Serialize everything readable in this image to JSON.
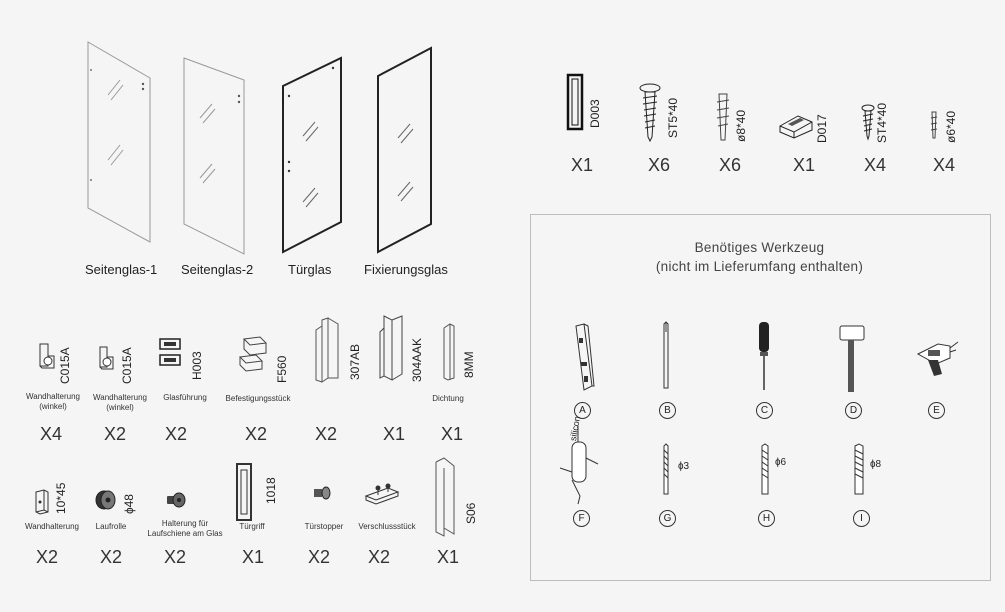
{
  "glass_panels": [
    {
      "label": "Seitenglas-1"
    },
    {
      "label": "Seitenglas-2"
    },
    {
      "label": "Türglas"
    },
    {
      "label": "Fixierungsglas"
    }
  ],
  "small_parts": [
    {
      "code": "D003",
      "count": "X1",
      "icon": "rail-end-cap-icon"
    },
    {
      "code": "ST5*40",
      "count": "X6",
      "icon": "screw-icon"
    },
    {
      "code": "ø8*40",
      "count": "X6",
      "icon": "wall-plug-icon"
    },
    {
      "code": "D017",
      "count": "X1",
      "icon": "stopper-block-icon"
    },
    {
      "code": "ST4*40",
      "count": "X4",
      "icon": "small-screw-icon"
    },
    {
      "code": "ø6*40",
      "count": "X4",
      "icon": "small-wall-plug-icon"
    }
  ],
  "parts_row1": [
    {
      "code": "C015A",
      "name": "Wandhalterung\n(winkel)",
      "count": "X4",
      "icon": "wall-bracket-angle-icon"
    },
    {
      "code": "C015A",
      "name": "Wandhalterung\n(winkel)",
      "count": "X2",
      "icon": "wall-bracket-angle-icon"
    },
    {
      "code": "H003",
      "name": "Glasführung",
      "count": "X2",
      "icon": "glass-guide-icon"
    },
    {
      "code": "F560",
      "name": "Befestigungsstück",
      "count": "X2",
      "icon": "fixing-piece-icon"
    },
    {
      "code": "307AB",
      "name": "",
      "count": "X2",
      "icon": "profile-strip-icon"
    },
    {
      "code": "304AAK",
      "name": "",
      "count": "X1",
      "icon": "profile-strip-icon"
    },
    {
      "code": "8MM",
      "name": "Dichtung",
      "count": "X1",
      "icon": "seal-strip-icon"
    }
  ],
  "parts_row2": [
    {
      "code": "10*45",
      "name": "Wandhalterung",
      "count": "X2",
      "icon": "wall-bracket-icon"
    },
    {
      "code": "ɸ48",
      "name": "Laufrolle",
      "count": "X2",
      "icon": "roller-icon"
    },
    {
      "code": "",
      "name": "Halterung für\nLaufschiene am Glas",
      "count": "X2",
      "icon": "rail-holder-icon"
    },
    {
      "code": "1018",
      "name": "Türgriff",
      "count": "X1",
      "icon": "door-handle-icon"
    },
    {
      "code": "",
      "name": "Türstopper",
      "count": "X2",
      "icon": "door-stopper-icon"
    },
    {
      "code": "",
      "name": "Verschlussstück",
      "count": "X2",
      "icon": "closing-piece-icon"
    },
    {
      "code": "S06",
      "name": "",
      "count": "X1",
      "icon": "seal-strip-icon"
    }
  ],
  "tools": {
    "title_line1": "Benötiges Werkzeug",
    "title_line2": "(nicht im Lieferumfang enthalten)",
    "items": [
      {
        "letter": "A",
        "icon": "spirit-level-icon"
      },
      {
        "letter": "B",
        "icon": "pencil-icon"
      },
      {
        "letter": "C",
        "icon": "screwdriver-icon"
      },
      {
        "letter": "D",
        "icon": "hammer-icon"
      },
      {
        "letter": "E",
        "icon": "drill-icon"
      },
      {
        "letter": "F",
        "icon": "silicone-gun-icon",
        "label": "silicon"
      },
      {
        "letter": "G",
        "icon": "drill-bit-icon",
        "size": "ɸ3"
      },
      {
        "letter": "H",
        "icon": "drill-bit-icon",
        "size": "ɸ6"
      },
      {
        "letter": "I",
        "icon": "drill-bit-icon",
        "size": "ɸ8"
      }
    ]
  }
}
